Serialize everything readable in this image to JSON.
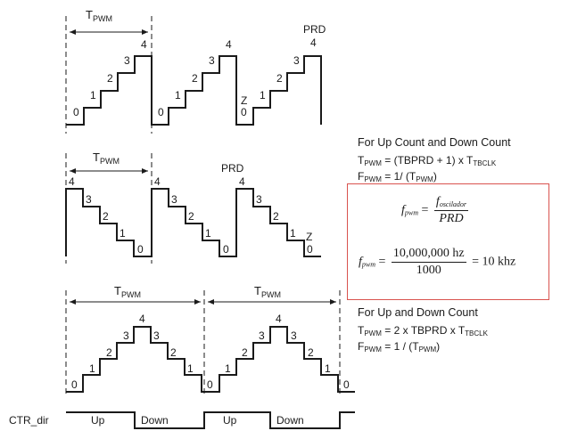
{
  "waveforms": {
    "up": {
      "period_label_main": "T",
      "period_label_sub": "PWM",
      "prd_label": "PRD",
      "steps": [
        "0",
        "1",
        "2",
        "3",
        "4"
      ],
      "z_label": "Z",
      "z_value": "0"
    },
    "down": {
      "period_label_main": "T",
      "period_label_sub": "PWM",
      "prd_label": "PRD",
      "steps": [
        "4",
        "3",
        "2",
        "1",
        "0"
      ],
      "z_label": "Z"
    },
    "updown": {
      "period_label_main": "T",
      "period_label_sub": "PWM",
      "steps_up": [
        "0",
        "1",
        "2",
        "3",
        "4"
      ],
      "steps_down": [
        "3",
        "2",
        "1",
        "0"
      ]
    },
    "ctr_dir": {
      "label": "CTR_dir",
      "up": "Up",
      "down": "Down"
    }
  },
  "notes": {
    "up_down_count": {
      "heading": "For Up Count and Down Count",
      "line1_T": "T",
      "line1_T_sub": "PWM",
      "line1_mid": " = (TBPRD + 1) x T",
      "line1_end_sub": "TBCLK",
      "line2_F": "F",
      "line2_F_sub": "PWM",
      "line2_mid": " = 1/ (T",
      "line2_T_sub": "PWM",
      "line2_end": ")"
    },
    "up_and_down_count": {
      "heading": "For Up and Down Count",
      "line1_T": "T",
      "line1_T_sub": "PWM",
      "line1_mid": " = 2 x TBPRD x T",
      "line1_end_sub": "TBCLK",
      "line2_F": "F",
      "line2_F_sub": "PWM",
      "line2_mid": " = 1 / (T",
      "line2_T_sub": "PWM",
      "line2_end": ")"
    }
  },
  "formulas": {
    "f1_lhs_var": "f",
    "f1_lhs_sub": "pwm",
    "f1_num_var": "f",
    "f1_num_sub": "oscilador",
    "f1_den": "PRD",
    "f2_lhs_var": "f",
    "f2_lhs_sub": "pwm",
    "f2_num": "10,000,000 hz",
    "f2_den": "1000",
    "f2_result": "= 10 khz",
    "eq": "="
  }
}
